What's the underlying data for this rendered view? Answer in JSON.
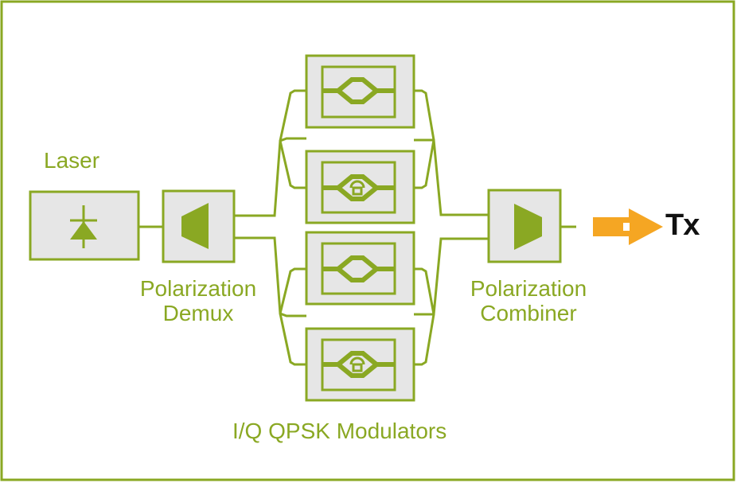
{
  "labels": {
    "laser": "Laser",
    "demux": "Polarization\nDemux",
    "combiner": "Polarization\nCombiner",
    "modulators": "I/Q QPSK Modulators",
    "tx": "Tx"
  },
  "colors": {
    "green": "#8aa823",
    "fill": "#e6e6e6",
    "arrow": "#f5a623",
    "text": "#111111"
  }
}
